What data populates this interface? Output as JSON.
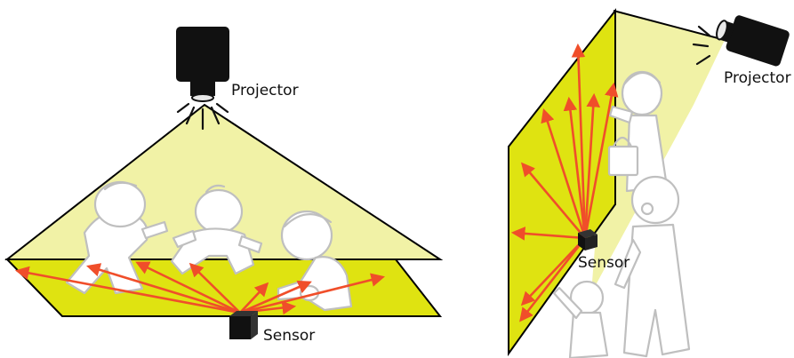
{
  "left_panel": {
    "projector_label": "Projector",
    "sensor_label": "Sensor"
  },
  "right_panel": {
    "projector_label": "Projector",
    "sensor_label": "Sensor"
  },
  "colors": {
    "projection_light": "#f1f2a6",
    "surface": "#dfe311",
    "arrow": "#f04e2a",
    "device": "#111111",
    "figure_outline": "#bfbfbf"
  }
}
